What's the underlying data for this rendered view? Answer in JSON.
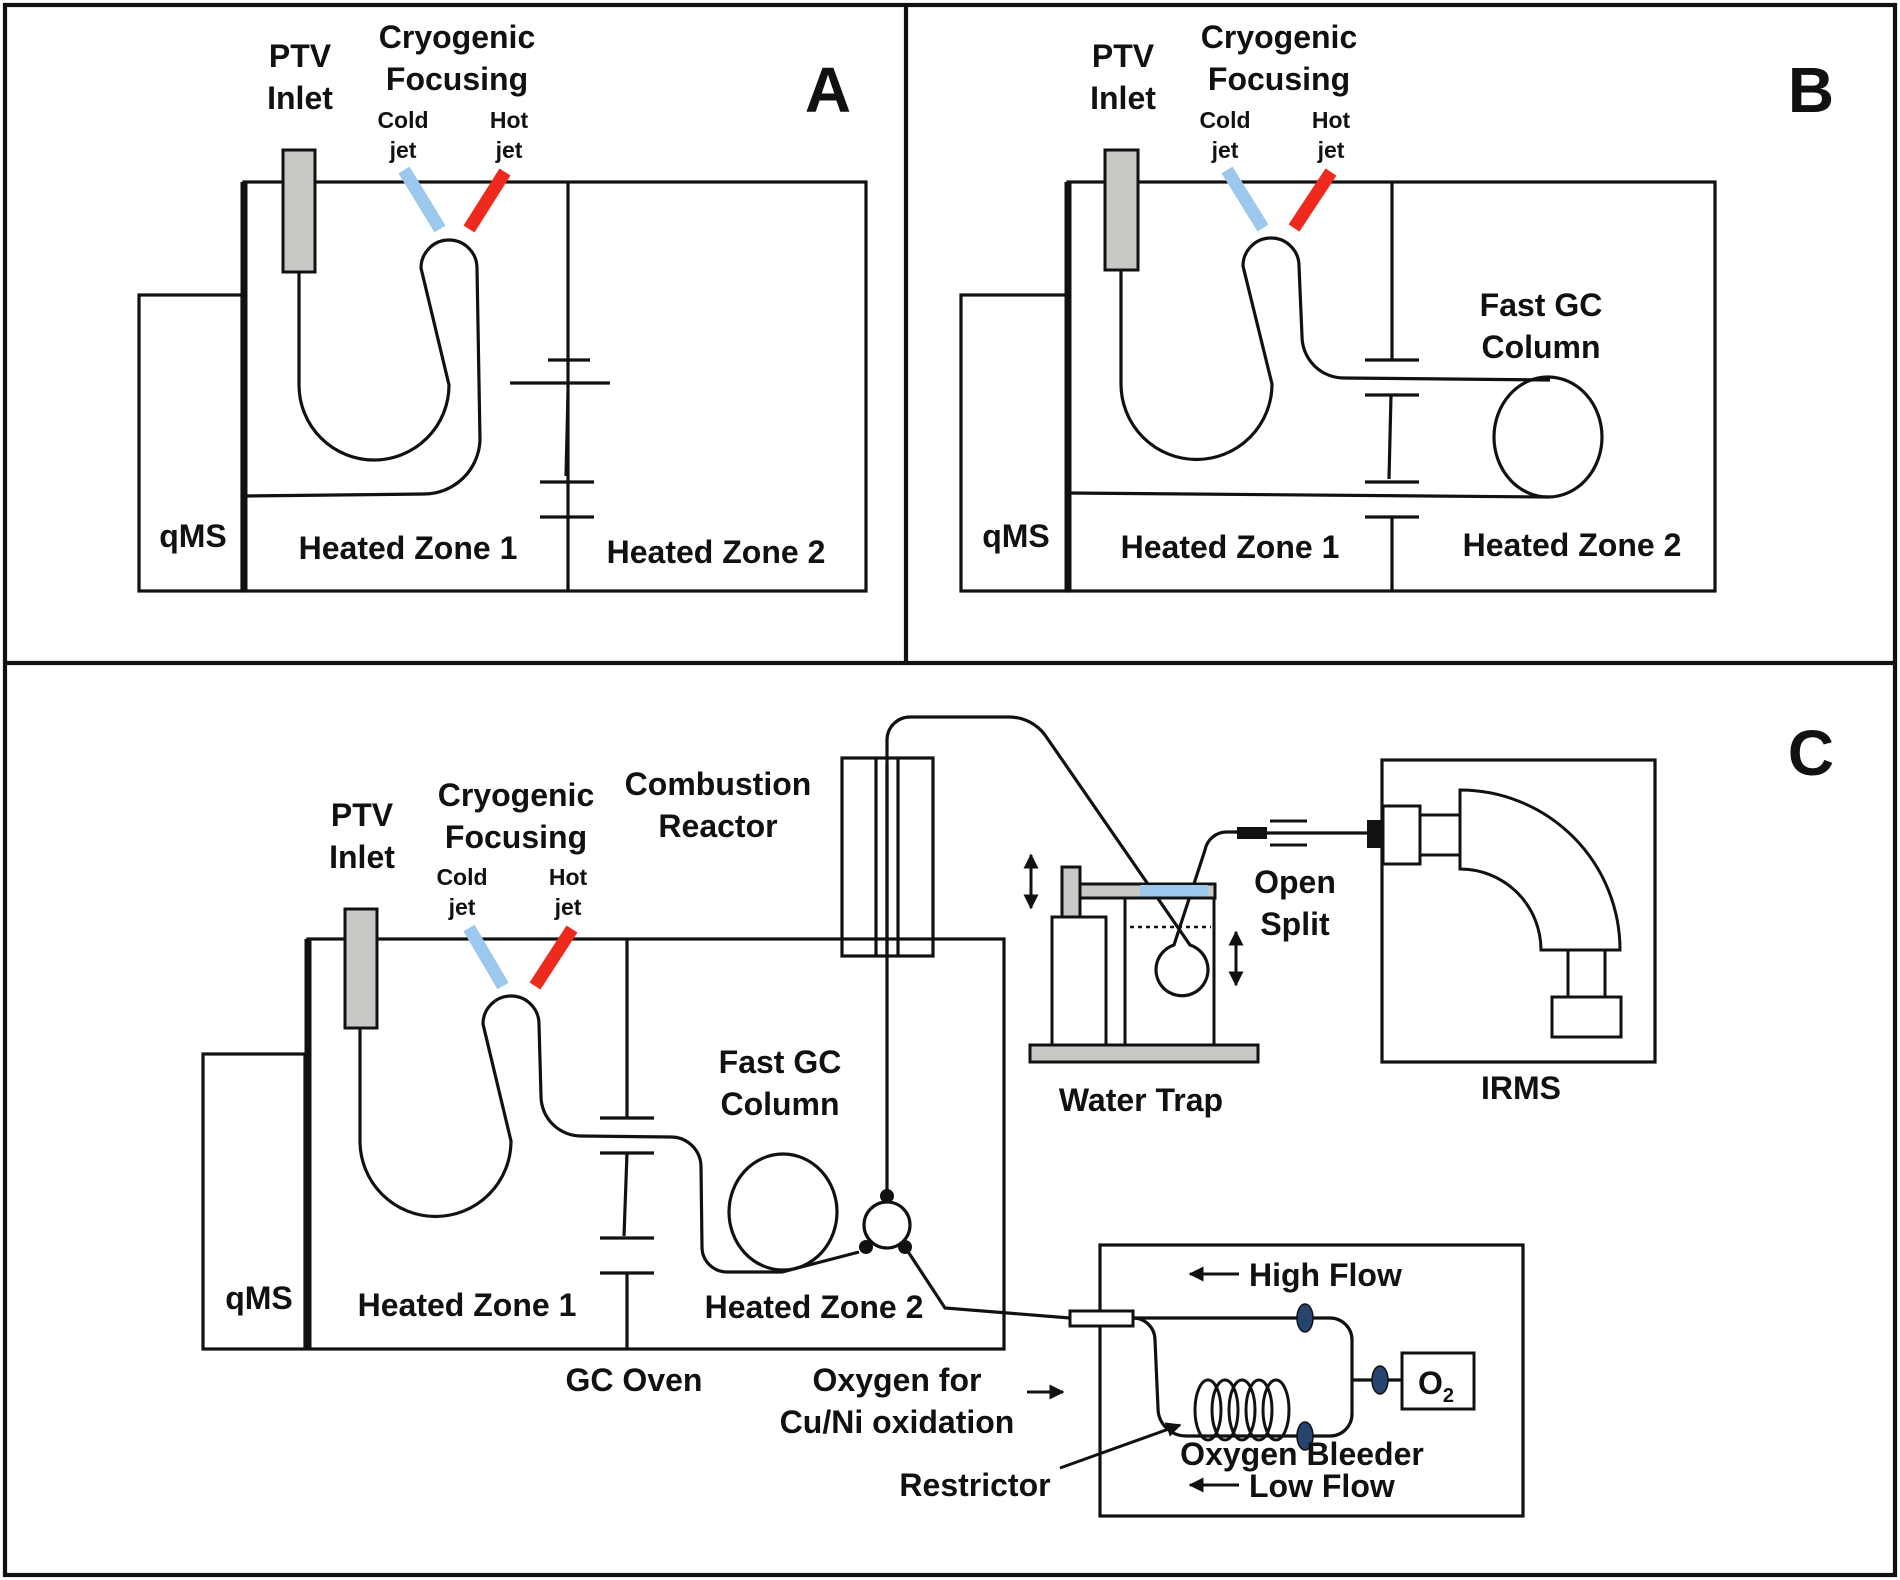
{
  "panels": {
    "A": {
      "letter": "A",
      "ptv_inlet": [
        "PTV",
        "Inlet"
      ],
      "cryo_focusing": [
        "Cryogenic",
        "Focusing"
      ],
      "cold_jet": [
        "Cold",
        "jet"
      ],
      "hot_jet": [
        "Hot",
        "jet"
      ],
      "qms": "qMS",
      "zone1": "Heated Zone 1",
      "zone2": "Heated Zone 2"
    },
    "B": {
      "letter": "B",
      "ptv_inlet": [
        "PTV",
        "Inlet"
      ],
      "cryo_focusing": [
        "Cryogenic",
        "Focusing"
      ],
      "cold_jet": [
        "Cold",
        "jet"
      ],
      "hot_jet": [
        "Hot",
        "jet"
      ],
      "fast_gc": [
        "Fast GC",
        "Column"
      ],
      "qms": "qMS",
      "zone1": "Heated Zone 1",
      "zone2": "Heated Zone 2"
    },
    "C": {
      "letter": "C",
      "ptv_inlet": [
        "PTV",
        "Inlet"
      ],
      "cryo_focusing": [
        "Cryogenic",
        "Focusing"
      ],
      "cold_jet": [
        "Cold",
        "jet"
      ],
      "hot_jet": [
        "Hot",
        "jet"
      ],
      "combustion_reactor": [
        "Combustion",
        "Reactor"
      ],
      "fast_gc": [
        "Fast GC",
        "Column"
      ],
      "qms": "qMS",
      "zone1": "Heated Zone 1",
      "zone2": "Heated Zone 2",
      "gc_oven": "GC Oven",
      "oxygen_for": [
        "Oxygen for",
        "Cu/Ni oxidation"
      ],
      "restrictor": "Restrictor",
      "water_trap": "Water Trap",
      "open_split": [
        "Open",
        "Split"
      ],
      "irms": "IRMS",
      "high_flow": "High Flow",
      "low_flow": "Low Flow",
      "oxygen_bleeder": "Oxygen Bleeder",
      "o2_symbol": "O",
      "o2_subscript": "2"
    }
  },
  "colors": {
    "cold_jet": "#9cc8ee",
    "hot_jet": "#ee2a1e",
    "inlet_fill": "#c8c8c5",
    "valve_fill": "#26456e"
  }
}
